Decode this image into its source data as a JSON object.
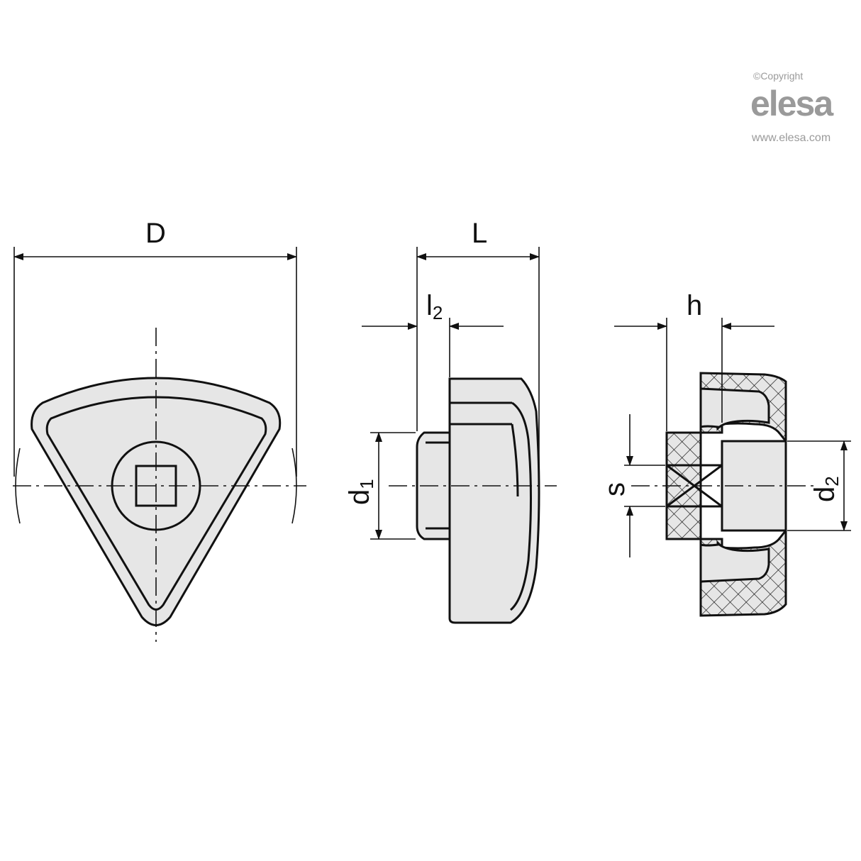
{
  "logo": {
    "copyright": "©Copyright",
    "brand": "elesa",
    "url": "www.elesa.com"
  },
  "colors": {
    "part_fill": "#e6e6e6",
    "outline": "#111111",
    "logo_gray": "#9a9a9a"
  },
  "dimensions": {
    "D": "D",
    "L": "L",
    "l2_main": "l",
    "l2_sub": "2",
    "h": "h",
    "d1_main": "d",
    "d1_sub": "1",
    "s": "s",
    "d2_main": "d",
    "d2_sub": "2"
  }
}
